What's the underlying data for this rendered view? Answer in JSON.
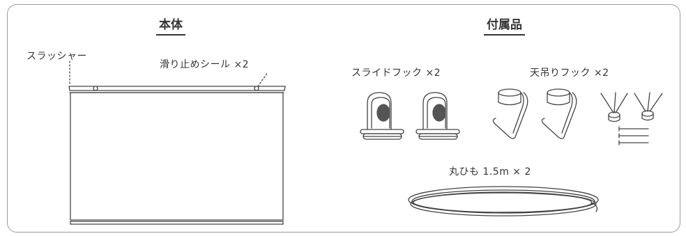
{
  "sections": {
    "main_body": {
      "heading": "本体",
      "labels": {
        "slasher": "スラッシャー",
        "slip_seal": "滑り止めシール ×2"
      }
    },
    "accessories": {
      "heading": "付属品",
      "labels": {
        "slide_hook": "スライドフック ×2",
        "ceiling_hook": "天吊りフック ×2",
        "cord": "丸ひも 1.5m × 2"
      }
    }
  },
  "icons": [
    "screen-panel-drawing",
    "slide-hook-drawing",
    "ceiling-hook-drawing",
    "screw-anchor-drawing",
    "nail-drawing",
    "coiled-cord-drawing"
  ]
}
